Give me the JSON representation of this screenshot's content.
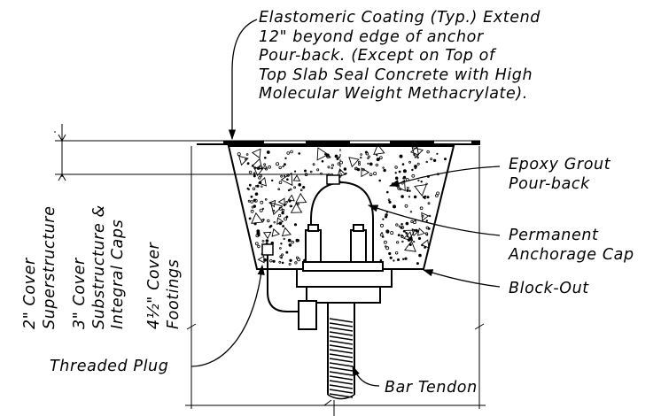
{
  "callouts": {
    "coating": [
      "Elastomeric Coating (Typ.) Extend",
      "12\" beyond edge of anchor",
      "Pour-back. (Except on Top of",
      "Top Slab Seal Concrete with High",
      "Molecular Weight Methacrylate)."
    ],
    "grout": [
      "Epoxy Grout",
      "Pour-back"
    ],
    "cap": [
      "Permanent",
      "Anchorage Cap"
    ],
    "blockout": "Block-Out",
    "plug": "Threaded Plug",
    "tendon": "Bar Tendon"
  },
  "dimensions": {
    "cover_superstructure": [
      "2\" Cover",
      "Superstructure"
    ],
    "cover_substructure": [
      "3\" Cover",
      "Substructure &",
      "Integral Caps"
    ],
    "cover_footings": [
      "4½\" Cover",
      "Footings"
    ]
  },
  "colors": {
    "line": "#000000",
    "background": "#ffffff"
  }
}
